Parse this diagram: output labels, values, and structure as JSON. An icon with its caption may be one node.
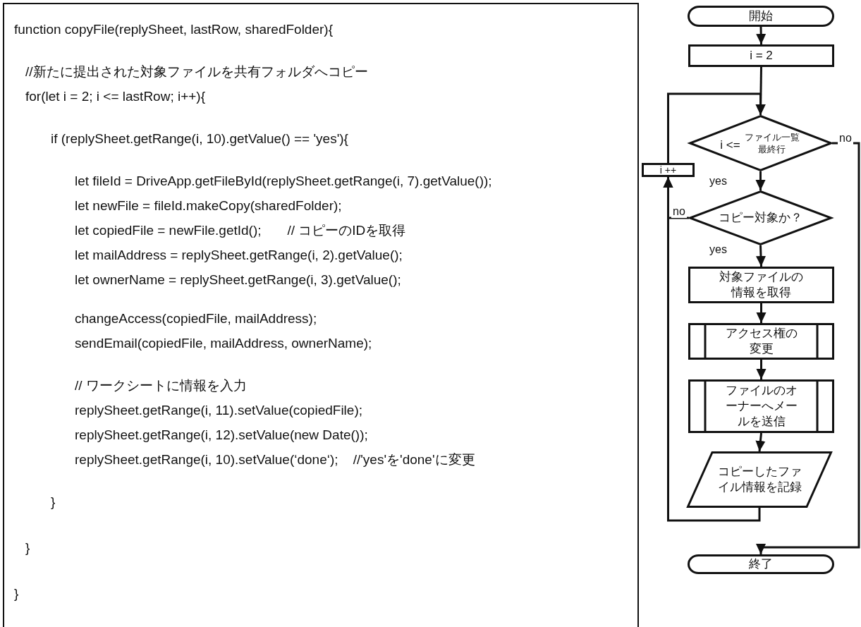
{
  "diagram": {
    "nodes": [
      {
        "text": [
          "function copyFile(replySheet, lastRow, sharedFolder){",
          "//新たに提出された対象ファイルを共有フォルダへコピー",
          "for(let i = 2; i <= lastRow; i++){",
          "if (replySheet.getRange(i, 10).getValue() == 'yes'){",
          "let fileId = DriveApp.getFileById(replySheet.getRange(i, 7).getValue());",
          "let newFile = fileId.makeCopy(sharedFolder);",
          "let copiedFile = newFile.getId();       // コピーのIDを取得",
          "let mailAddress = replySheet.getRange(i, 2).getValue();",
          "let ownerName = replySheet.getRange(i, 3).getValue();",
          "changeAccess(copiedFile, mailAddress);",
          "sendEmail(copiedFile, mailAddress, ownerName);",
          "// ワークシートに情報を入力",
          "replySheet.getRange(i, 11).setValue(copiedFile);",
          "replySheet.getRange(i, 12).setValue(new Date());",
          "replySheet.getRange(i, 10).setValue(‘done‘);    //'yes'を'done'に変更",
          "}",
          "}",
          "}"
        ]
      },
      {
        "text": [
          "開始"
        ]
      },
      {
        "text": [
          "i = 2"
        ]
      },
      {
        "text": [
          "i <=",
          "ファイル一覧最終行"
        ]
      },
      {
        "text": [
          "i ++"
        ]
      },
      {
        "text": [
          "コピー対象か？"
        ]
      },
      {
        "text": [
          "対象ファイルの情報を取得"
        ]
      },
      {
        "text": [
          "アクセス権の変更"
        ]
      },
      {
        "text": [
          "ファイルのオーナーへメールを送信"
        ]
      },
      {
        "text": [
          "コピーしたファイル情報を記録"
        ]
      },
      {
        "text": [
          "終了"
        ]
      }
    ],
    "edges": [
      {
        "from": 1,
        "to": 2,
        "arrow": "to"
      },
      {
        "from": 2,
        "to": 3,
        "arrow": "to"
      },
      {
        "from": 4,
        "to": 3,
        "arrow": "to"
      },
      {
        "from": 3,
        "to": 10,
        "arrow": "to",
        "label": "no"
      },
      {
        "from": 3,
        "to": 5,
        "arrow": "to",
        "label": "yes"
      },
      {
        "from": 5,
        "to": 4,
        "arrow": "to",
        "label": "no"
      },
      {
        "from": 5,
        "to": 6,
        "arrow": "to",
        "label": "yes"
      },
      {
        "from": 6,
        "to": 7,
        "arrow": "to"
      },
      {
        "from": 7,
        "to": 8,
        "arrow": "to"
      },
      {
        "from": 8,
        "to": 9,
        "arrow": "to"
      },
      {
        "from": 9,
        "to": 4,
        "arrow": "to"
      }
    ]
  }
}
